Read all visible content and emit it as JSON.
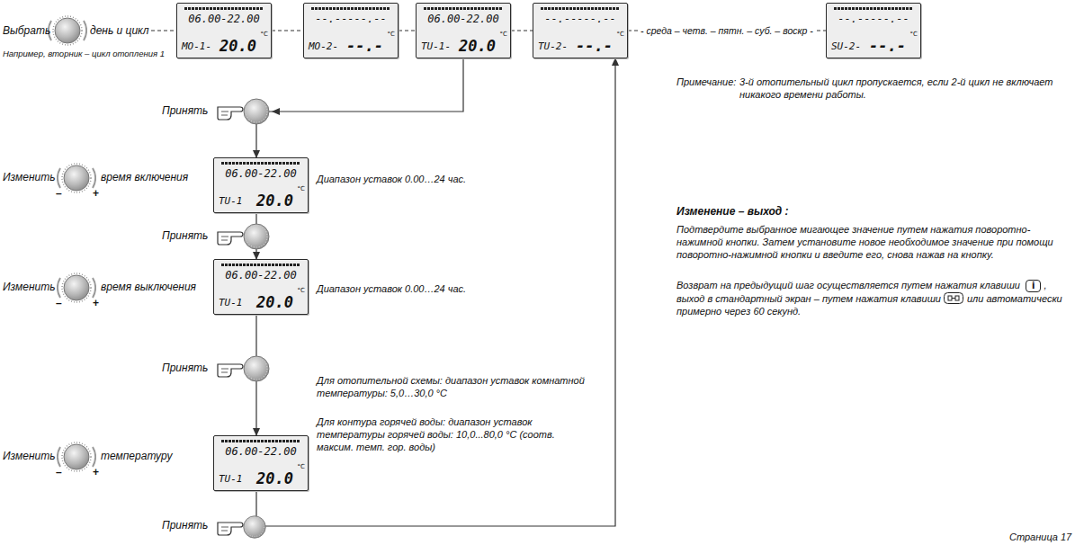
{
  "diagram": {
    "nodes": [
      {
        "text": [
          "06.00-22.00",
          "MO-1-",
          "20.0",
          "°C"
        ]
      },
      {
        "text": [
          "--.-----.--",
          "MO-2-",
          "--.-",
          "°C"
        ]
      },
      {
        "text": [
          "06.00-22.00",
          "TU-1-",
          "20.0",
          "°C"
        ]
      },
      {
        "text": [
          "--.-----.--",
          "TU-2-",
          "--.-",
          "°C"
        ]
      },
      {
        "text": [
          "--.-----.--",
          "SU-2-",
          "--.-",
          "°C"
        ]
      },
      {
        "text": [
          "06.00-22.00",
          "TU-1",
          "20.0",
          "°C"
        ]
      },
      {
        "text": [
          "06.00-22.00",
          "TU-1",
          "20.0",
          "°C"
        ]
      },
      {
        "text": [
          "06.00-22.00",
          "TU-1",
          "20.0",
          "°C"
        ]
      }
    ],
    "edges": [
      {
        "from": 0,
        "to": 1,
        "arrow": "none"
      },
      {
        "from": 1,
        "to": 2,
        "arrow": "none"
      },
      {
        "from": 2,
        "to": 3,
        "arrow": "none"
      },
      {
        "from": 3,
        "to": 4,
        "arrow": "none",
        "label": "- среда – четв. – пятн. – суб. – воскр -"
      },
      {
        "from": 2,
        "to": 5,
        "arrow": "to"
      },
      {
        "from": 5,
        "to": 6,
        "arrow": "to"
      },
      {
        "from": 6,
        "to": 7,
        "arrow": "to"
      },
      {
        "from": 7,
        "to": 3,
        "arrow": "to"
      }
    ],
    "labels": [
      "Выбрать",
      "день и цикл",
      "Например, вторник – цикл отопления 1",
      "Принять",
      "Изменить",
      "–",
      "+",
      "время включения",
      "Диапазон уставок 0.00…24 час.",
      "Принять",
      "Изменить",
      "–",
      "+",
      "время выключения",
      "Диапазон уставок 0.00…24 час.",
      "Принять",
      "Для отопительной схемы: диапазон уставок комнатной температуры: 5,0…30,0 °C",
      "Изменить",
      "–",
      "+",
      "температуру",
      "Для контура горячей воды: диапазон уставок температуры горячей воды: 10,0...80,0 °C (соотв. максим. темп. гор. воды)",
      "Принять",
      "Примечание:",
      "3-й отопительный цикл пропускается, если 2-й цикл не включает никакого времени работы.",
      "Изменение – выход :",
      "Подтвердите выбранное мигающее значение путем нажатия поворотно-нажимной кнопки. Затем установите новое необходимое значение при помощи поворотно-нажимной кнопки и введите его, снова нажав на кнопку.",
      "Возврат на предыдущий шаг осуществляется путем нажатия клавиши",
      "i",
      ", выход в стандартный экран – путем нажатия клавиши",
      "или автоматически примерно через 60 секунд.",
      "Страница 17"
    ]
  }
}
